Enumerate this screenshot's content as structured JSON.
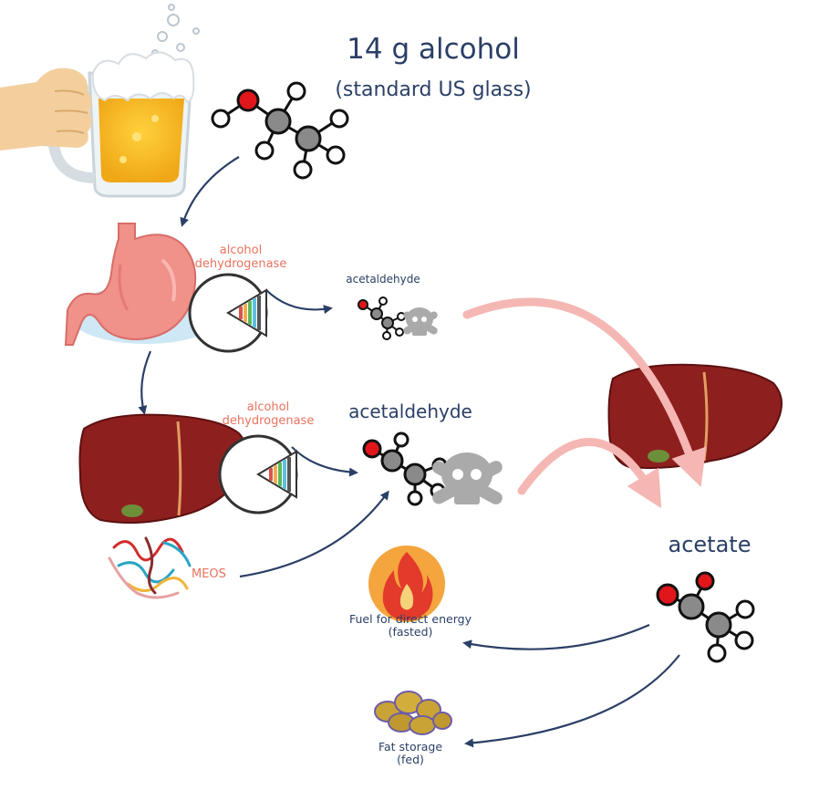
{
  "title": {
    "line1": "14 g alcohol",
    "line2": "(standard US glass)"
  },
  "stomach_enzyme": {
    "line1": "alcohol",
    "line2": "dehydrogenase"
  },
  "liver_enzyme": {
    "line1": "alcohol",
    "line2": "dehydrogenase"
  },
  "acetaldehyde_small": "acetaldehyde",
  "acetaldehyde_large": "acetaldehyde",
  "meos_label": "MEOS",
  "acetate_label": "acetate",
  "fuel": {
    "line1": "Fuel for direct energy",
    "line2": "(fasted)"
  },
  "fat": {
    "line1": "Fat storage",
    "line2": "(fed)"
  },
  "colors": {
    "navy": "#2b3f66",
    "enzyme_red": "#e8735f",
    "liver": "#8e1f1f",
    "stomach": "#f0918a",
    "oxygen": "#e0161b",
    "carbon": "#8a8a8a",
    "skull": "#aaaaaa",
    "pink_arrow": "#f5b7b3",
    "flame_bg": "#f4a53d",
    "fat": "#c9a336"
  }
}
